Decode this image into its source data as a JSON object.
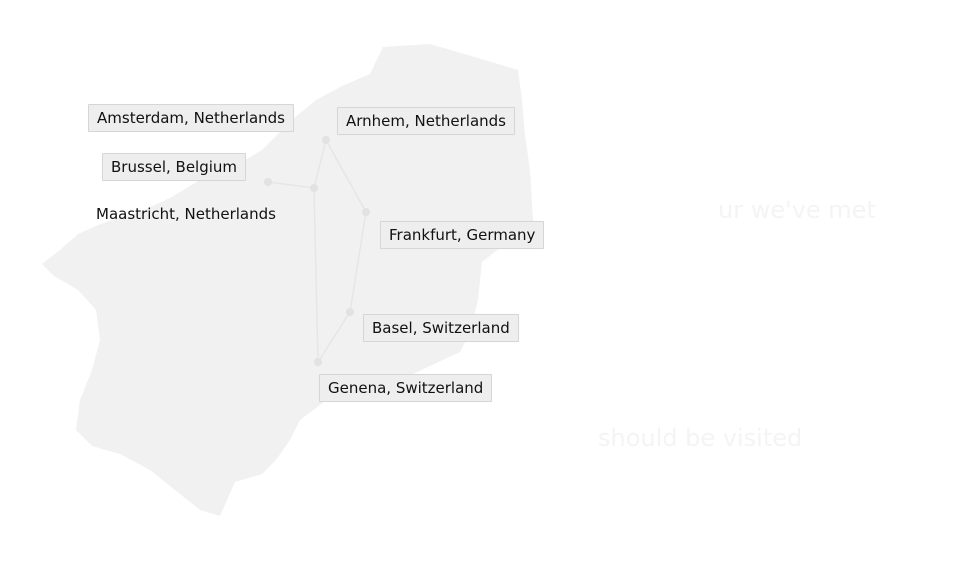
{
  "map": {
    "land_color": "#f1f1f1",
    "route_color": "#e6e6e6",
    "cities": [
      {
        "id": "amsterdam",
        "label": "Amsterdam, Netherlands"
      },
      {
        "id": "arnhem",
        "label": "Arnhem, Netherlands"
      },
      {
        "id": "brussel",
        "label": "Brussel, Belgium"
      },
      {
        "id": "maastricht",
        "label": "Maastricht, Netherlands"
      },
      {
        "id": "frankfurt",
        "label": "Frankfurt, Germany"
      },
      {
        "id": "basel",
        "label": "Basel, Switzerland"
      },
      {
        "id": "genena",
        "label": "Genena, Switzerland"
      }
    ]
  },
  "overlay_text": {
    "line1": "ur we've met",
    "line2": "should be visited"
  }
}
